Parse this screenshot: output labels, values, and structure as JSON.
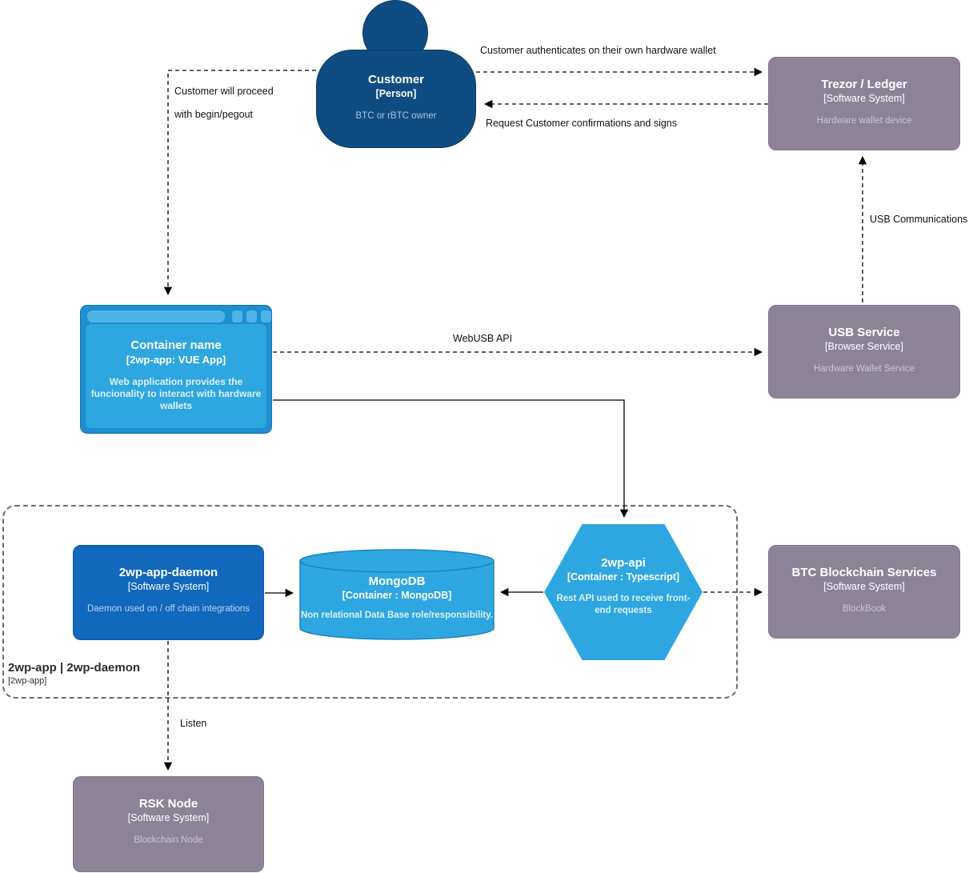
{
  "nodes": {
    "customer": {
      "title": "Customer",
      "subtitle": "[Person]",
      "description": "BTC or rBTC owner"
    },
    "trezor": {
      "title": "Trezor / Ledger",
      "subtitle": "[Software System]",
      "description": "Hardware wallet device"
    },
    "webapp": {
      "title": "Container name",
      "subtitle": "[2wp-app: VUE App]",
      "description": "Web application provides the funcionality to interact with hardware wallets"
    },
    "usb_service": {
      "title": "USB Service",
      "subtitle": "[Browser Service]",
      "description": "Hardware Wallet Service"
    },
    "daemon": {
      "title": "2wp-app-daemon",
      "subtitle": "[Software System]",
      "description": "Daemon used on / off chain integrations"
    },
    "mongodb": {
      "title": "MongoDB",
      "subtitle": "[Container : MongoDB]",
      "description": "Non relational Data Base role/responsibility."
    },
    "api": {
      "title": "2wp-api",
      "subtitle": "[Container : Typescript]",
      "description": "Rest API used to receive front-end requests"
    },
    "btc": {
      "title": "BTC Blockchain Services",
      "subtitle": "[Software System]",
      "description": "BlockBook"
    },
    "rsk": {
      "title": "RSK Node",
      "subtitle": "[Software System]",
      "description": "Blockchain Node"
    }
  },
  "boundary": {
    "title": "2wp-app | 2wp-daemon",
    "subtitle": "[2wp-app]"
  },
  "edges": {
    "auth": "Customer authenticates on their own hardware wallet",
    "confirm": "Request Customer confirmations and signs",
    "proceed_line1": "Customer will proceed",
    "proceed_line2": "with begin/pegout",
    "usb_comm": "USB Communications",
    "webusb": "WebUSB API",
    "listen": "Listen"
  },
  "colors": {
    "person_blue": "#0f4c81",
    "container_blue": "#1168bd",
    "light_blue": "#2ea7e1",
    "browser_frame_blue": "#1e8fd0",
    "external_gray": "#8c8496",
    "edge_black": "#000000",
    "boundary_gray": "#6b6b6b"
  }
}
